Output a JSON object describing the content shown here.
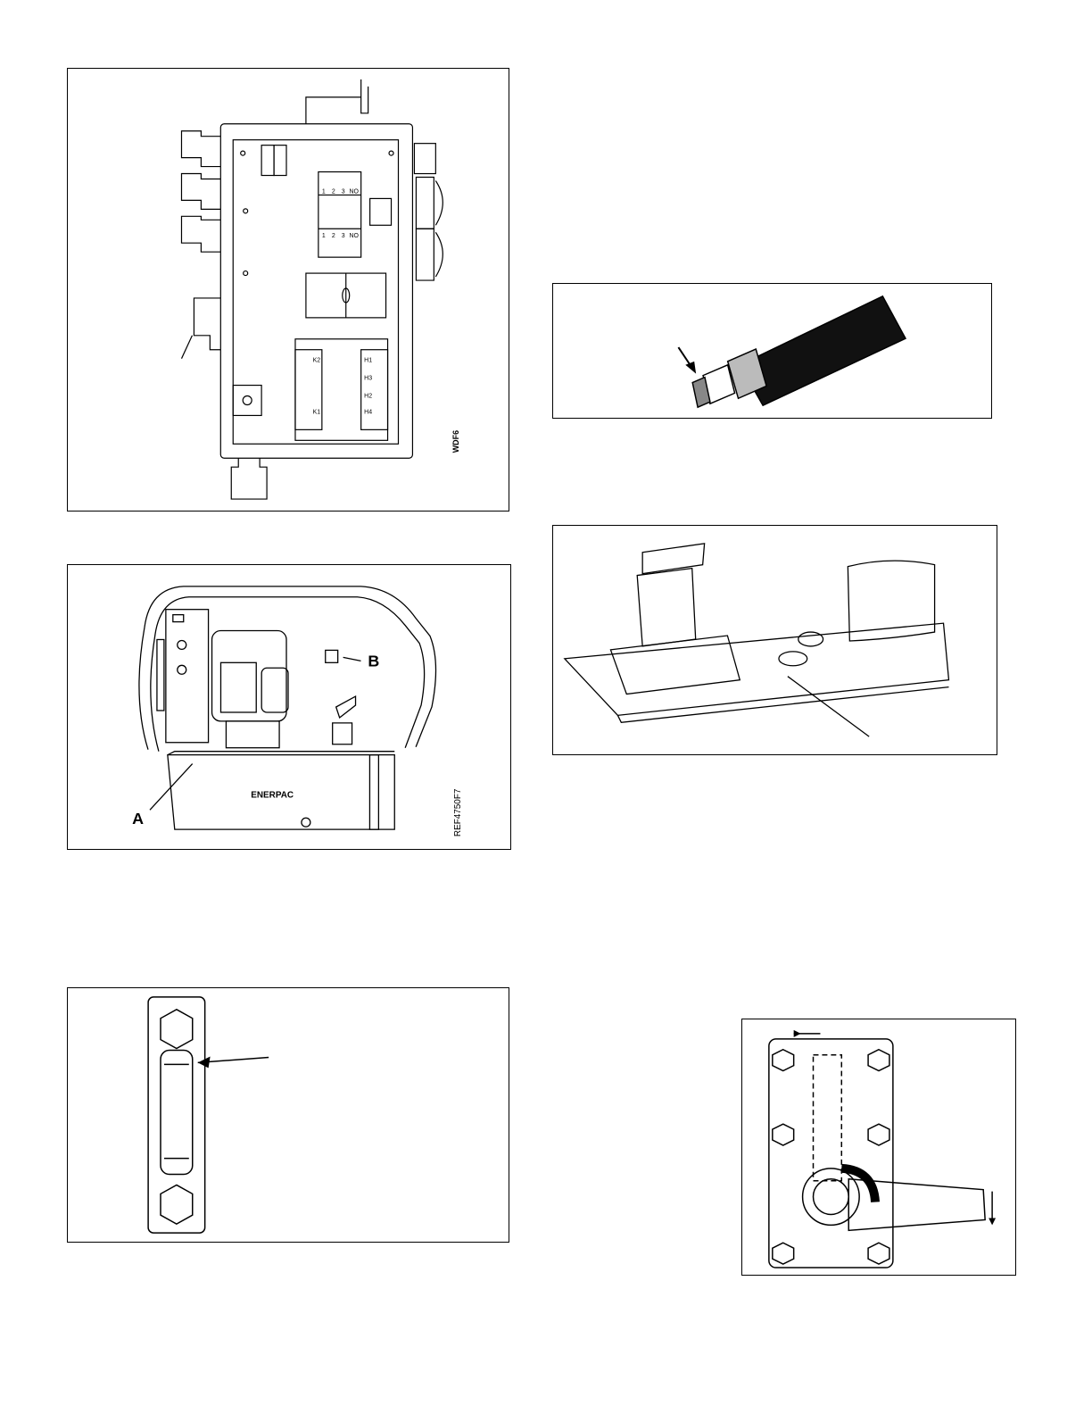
{
  "figures": {
    "wiring": {
      "code": "WDF6",
      "terminals_top": [
        "1",
        "2",
        "3",
        "NO"
      ],
      "terminals_bottom": [
        "1",
        "2",
        "3",
        "NO"
      ],
      "block_left": [
        "K2",
        "K1"
      ],
      "block_right": [
        "H1",
        "H3",
        "H2",
        "H4"
      ]
    },
    "pump": {
      "code": "REF4750F7",
      "callout_a": "A",
      "callout_b": "B",
      "brand": "ENERPAC"
    },
    "sight_glass": {},
    "fitting": {},
    "valve_base": {},
    "valve_handle": {}
  }
}
